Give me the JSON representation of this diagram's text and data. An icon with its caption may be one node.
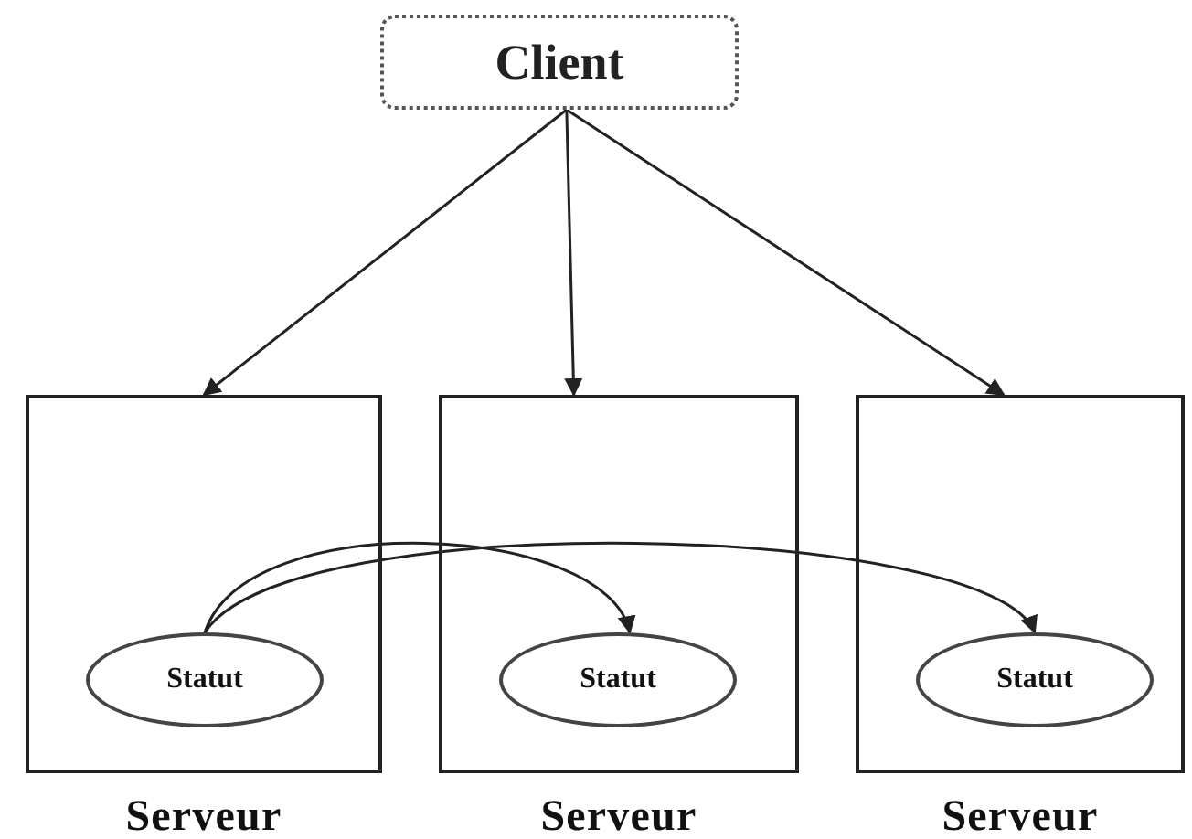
{
  "diagram": {
    "nodes": [
      {
        "text": [
          "Client"
        ]
      },
      {
        "text": [
          "Serveur"
        ]
      },
      {
        "text": [
          "Serveur"
        ]
      },
      {
        "text": [
          "Serveur"
        ]
      },
      {
        "text": [
          "Statut"
        ],
        "in": 1
      },
      {
        "text": [
          "Statut"
        ],
        "in": 2
      },
      {
        "text": [
          "Statut"
        ],
        "in": 3
      }
    ],
    "edges": [
      {
        "from": 0,
        "to": 1,
        "arrow": "to"
      },
      {
        "from": 0,
        "to": 2,
        "arrow": "to"
      },
      {
        "from": 0,
        "to": 3,
        "arrow": "to"
      },
      {
        "from": 4,
        "to": 5,
        "arrow": "to"
      },
      {
        "from": 4,
        "to": 6,
        "arrow": "to"
      }
    ]
  }
}
